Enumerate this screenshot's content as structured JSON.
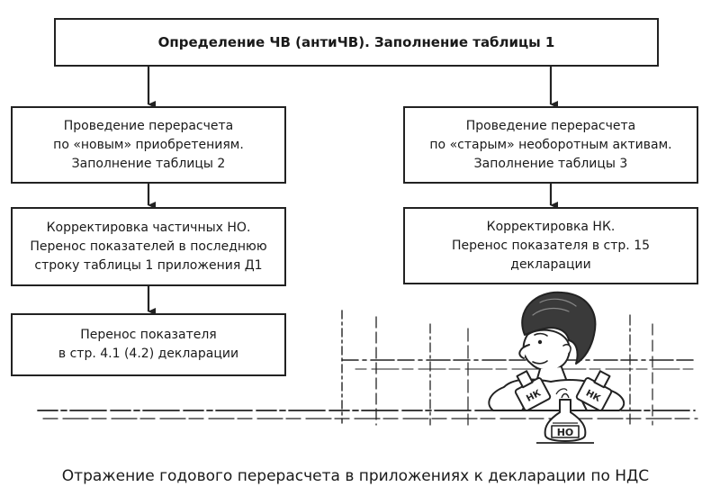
{
  "boxes": {
    "top": {
      "lines": [
        "Определение ЧВ (антиЧВ). Заполнение таблицы 1"
      ]
    },
    "left_1": {
      "lines": [
        "Проведение перерасчета",
        "по «новым» приобретениям.",
        "Заполнение таблицы 2"
      ]
    },
    "left_2": {
      "lines": [
        "Корректировка частичных НО.",
        "Перенос показателей в последнюю",
        "строку таблицы 1 приложения Д1"
      ]
    },
    "left_3": {
      "lines": [
        "Перенос показателя",
        "в стр. 4.1 (4.2) декларации"
      ]
    },
    "right_1": {
      "lines": [
        "Проведение перерасчета",
        "по «старым» необоротным активам.",
        "Заполнение таблицы 3"
      ]
    },
    "right_2": {
      "lines": [
        "Корректировка НК.",
        "Перенос показателя в стр. 15",
        "декларации"
      ]
    }
  },
  "illustration": {
    "left_flask_label": "НК",
    "right_flask_label": "НК",
    "center_flask_label": "НО"
  },
  "caption": "Отражение годового перерасчета в приложениях к декларации по НДС",
  "colors": {
    "line": "#222222",
    "background": "#ffffff"
  }
}
